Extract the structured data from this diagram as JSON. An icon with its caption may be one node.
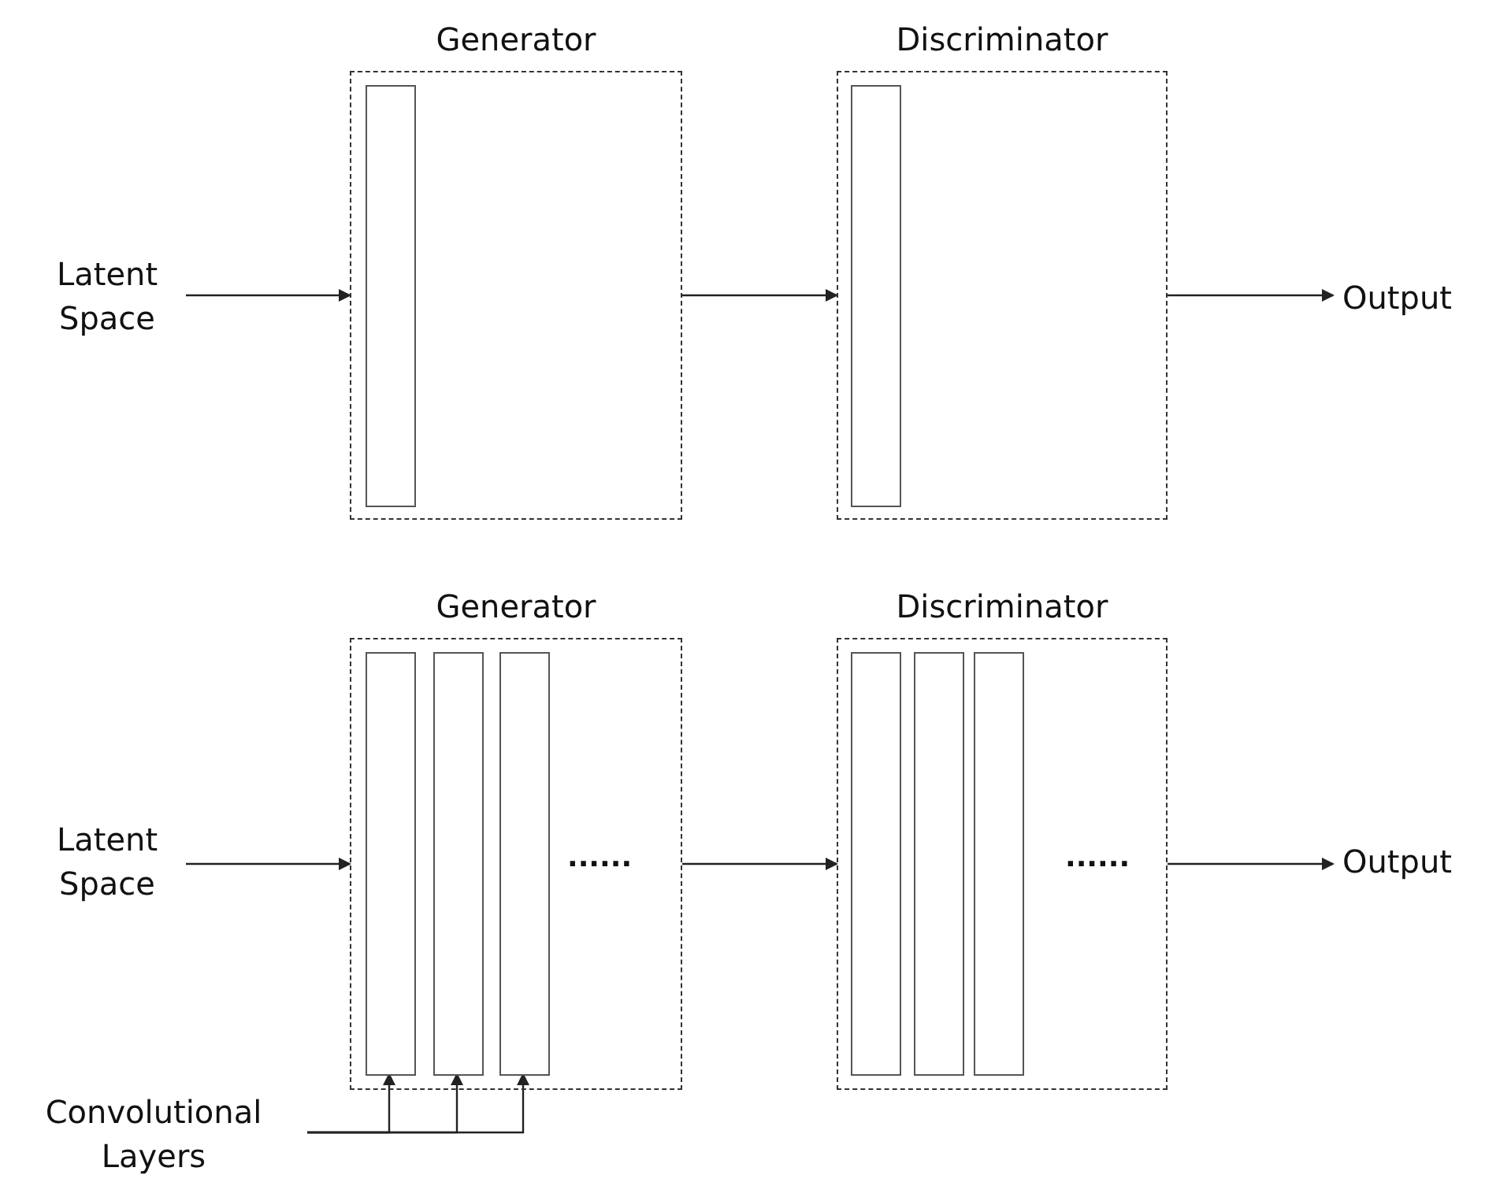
{
  "diagram": {
    "nodes": [
      {
        "text": [
          "Latent Space"
        ]
      },
      {
        "text": [
          "Generator"
        ]
      },
      {
        "text": [],
        "shape": "bar",
        "in": 1
      },
      {
        "text": [
          "Discriminator"
        ]
      },
      {
        "text": [],
        "shape": "bar",
        "in": 3
      },
      {
        "text": [
          "Output"
        ]
      },
      {
        "text": [
          "Latent Space"
        ]
      },
      {
        "text": [
          "Generator"
        ]
      },
      {
        "text": [],
        "shape": "bar",
        "in": 7
      },
      {
        "text": [],
        "shape": "bar",
        "in": 7
      },
      {
        "text": [],
        "shape": "bar",
        "in": 7
      },
      {
        "text": [
          "Discriminator"
        ]
      },
      {
        "text": [],
        "shape": "bar",
        "in": 11
      },
      {
        "text": [],
        "shape": "bar",
        "in": 11
      },
      {
        "text": [],
        "shape": "bar",
        "in": 11
      },
      {
        "text": [
          "Output"
        ]
      },
      {
        "text": [
          "Convolutional Layers"
        ]
      }
    ],
    "edges": [
      {
        "from": 0,
        "to": 1,
        "arrow": "to"
      },
      {
        "from": 1,
        "to": 3,
        "arrow": "to"
      },
      {
        "from": 3,
        "to": 5,
        "arrow": "to"
      },
      {
        "from": 6,
        "to": 7,
        "arrow": "to"
      },
      {
        "from": 7,
        "to": 11,
        "arrow": "to"
      },
      {
        "from": 11,
        "to": 15,
        "arrow": "to"
      },
      {
        "from": 16,
        "to": 8,
        "arrow": "to"
      },
      {
        "from": 16,
        "to": 9,
        "arrow": "to"
      },
      {
        "from": 16,
        "to": 10,
        "arrow": "to"
      }
    ],
    "labels": [
      "......",
      "......"
    ]
  }
}
